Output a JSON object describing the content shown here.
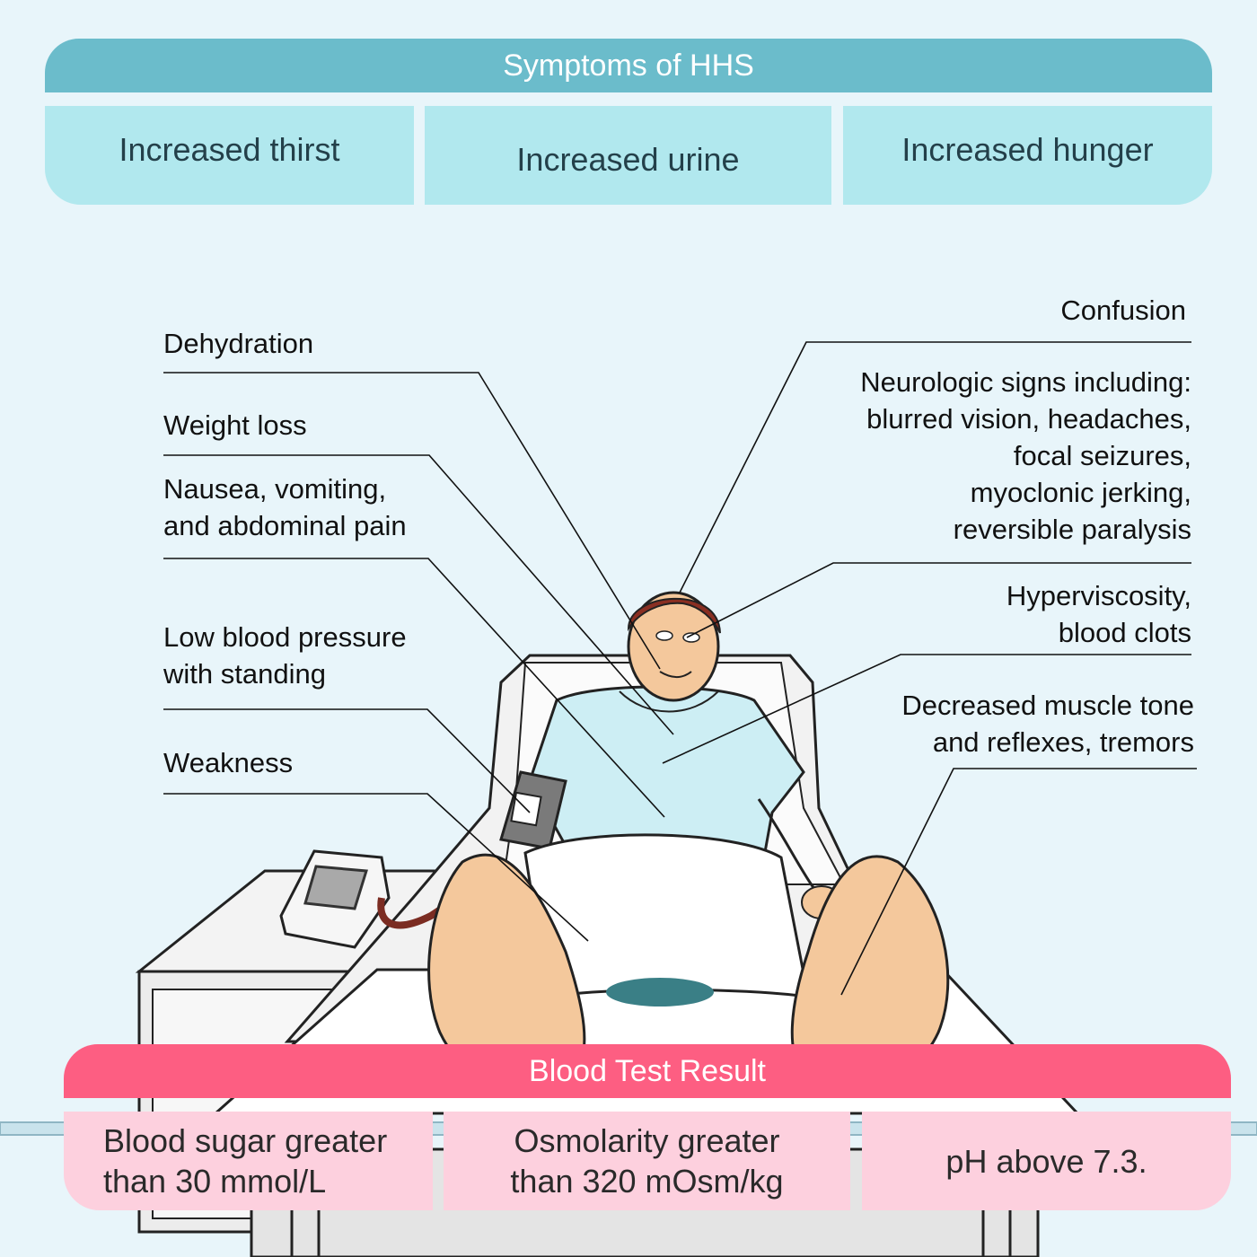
{
  "symptoms_panel": {
    "title": "Symptoms of HHS",
    "items": [
      "Increased thirst",
      "Increased urine",
      "Increased hunger"
    ]
  },
  "callouts": {
    "left": [
      "Dehydration",
      "Weight loss",
      "Nausea, vomiting,\nand abdominal pain",
      "Low blood pressure\nwith standing",
      "Weakness"
    ],
    "right": [
      "Confusion",
      "Neurologic signs including:\nblurred vision, headaches,\nfocal seizures,\nmyoclonic jerking,\nreversible paralysis",
      "Hyperviscosity,\nblood clots",
      "Decreased muscle tone\nand reflexes, tremors"
    ]
  },
  "blood_test_panel": {
    "title": "Blood Test Result",
    "items": [
      "Blood sugar greater\nthan 30 mmol/L",
      "Osmolarity greater\nthan 320 mOsm/kg",
      "pH above 7.3."
    ]
  },
  "colors": {
    "background": "#e8f5fa",
    "symptoms_header": "#6bbccb",
    "symptoms_cell": "#b1e8ee",
    "blood_header": "#fd5e82",
    "blood_cell": "#fdd0de"
  }
}
